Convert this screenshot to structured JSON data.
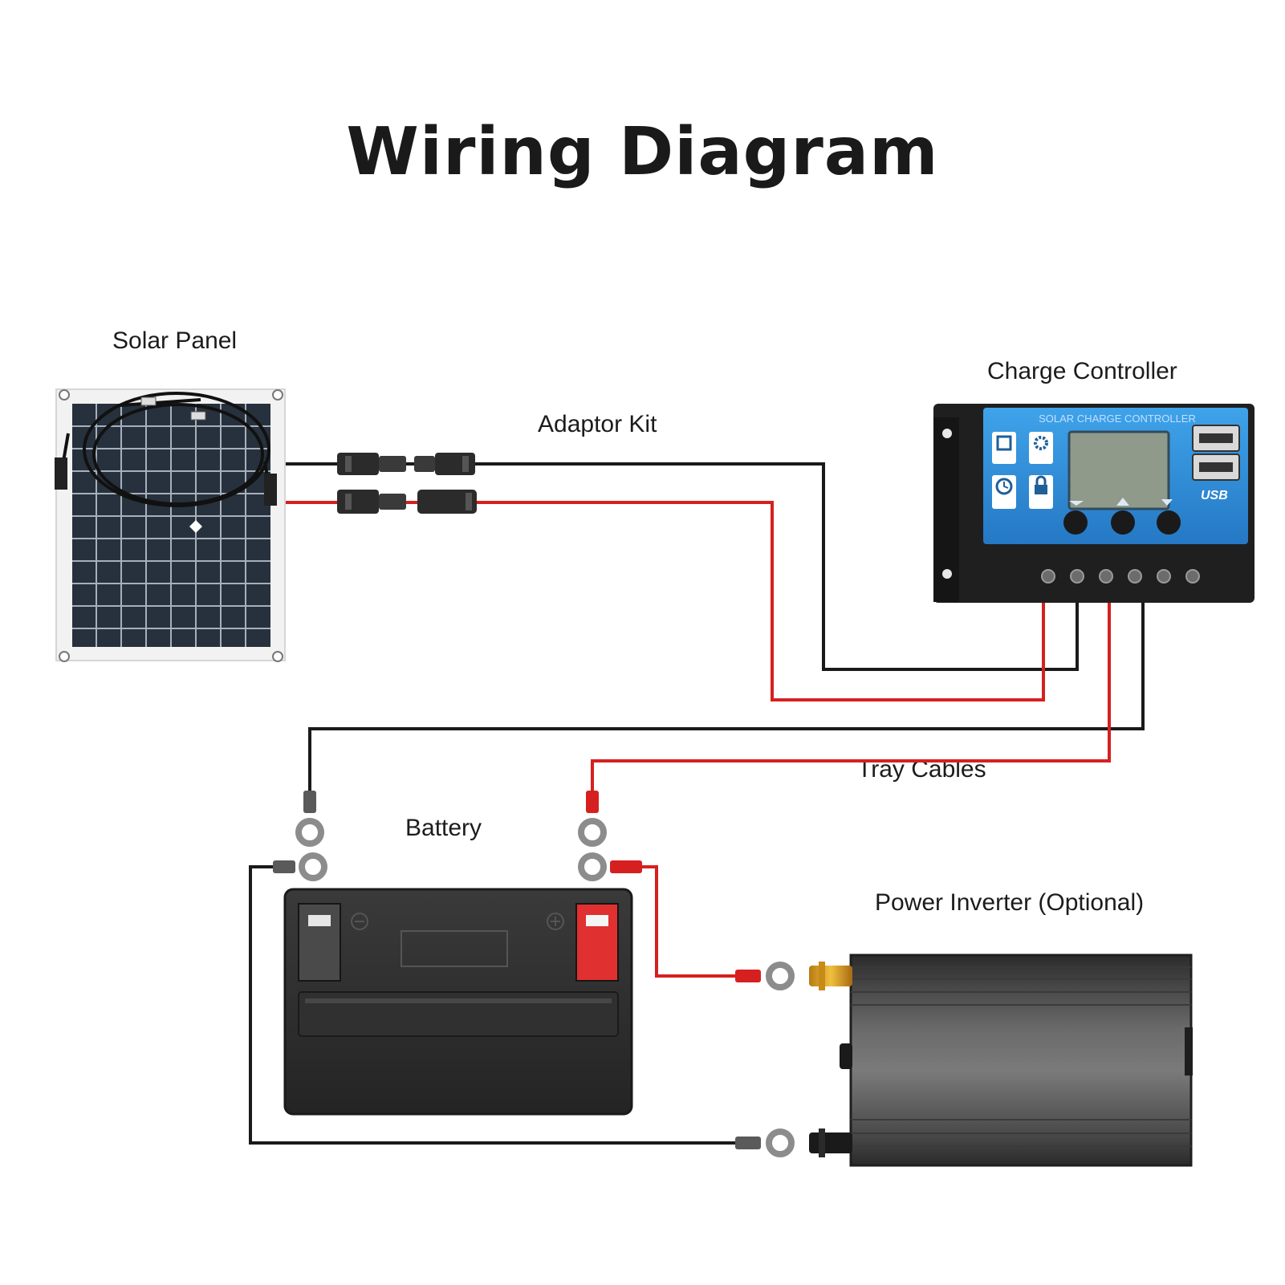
{
  "title": "Wiring Diagram",
  "labels": {
    "solar_panel": "Solar Panel",
    "adaptor_kit": "Adaptor Kit",
    "charge_controller": "Charge Controller",
    "tray_cables": "Tray Cables",
    "battery": "Battery",
    "power_inverter": "Power Inverter (Optional)"
  },
  "controller": {
    "header": "SOLAR CHARGE CONTROLLER",
    "usb_label": "USB",
    "icons": [
      "MODE",
      "SET",
      "TIMER",
      "PROTECT"
    ]
  },
  "colors": {
    "positive_wire": "#d62020",
    "negative_wire": "#1a1a1a",
    "controller_face": "#2f8fd8",
    "battery_positive": "#e03030"
  }
}
